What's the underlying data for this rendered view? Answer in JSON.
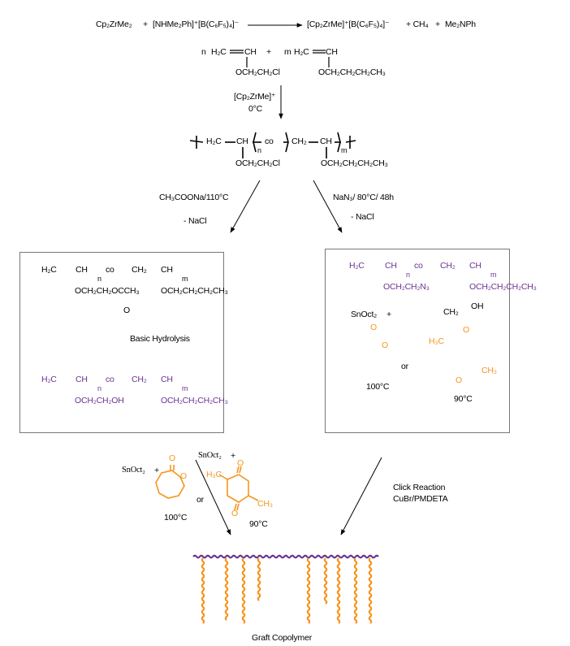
{
  "colors": {
    "black": "#000000",
    "purple": "#6a3391",
    "orange": "#f7941d"
  },
  "equation": {
    "reactant1": "Cp₂ZrMe₂",
    "plus1": "+",
    "reactant2": "[NHMe₂Ph]⁺[B(C₆F₅)₄]⁻",
    "product1": "[Cp₂ZrMe]⁺[B(C₆F₅)₄]⁻",
    "product2": "+ CH₄",
    "plus2": "+",
    "product3": "Me₂NPh"
  },
  "monomers": {
    "n": "n",
    "m": "m",
    "plus": "+",
    "h2c": "H₂C",
    "ch": "CH",
    "sub1": "OCH₂CH₂Cl",
    "sub2": "OCH₂CH₂CH₂CH₃"
  },
  "polymerization": {
    "catalyst": "[Cp₂ZrMe]⁺",
    "temp": "0°C"
  },
  "copolymer": {
    "h2c": "H₂C",
    "ch": "CH",
    "n": "n",
    "co": "co",
    "ch2": "CH₂",
    "ch2b": "CH",
    "m": "m",
    "sub1": "OCH₂CH₂Cl",
    "sub2": "OCH₂CH₂CH₂CH₃"
  },
  "left_branch": {
    "reagent": "CH₃COONa/110°C",
    "byproduct": "- NaCl"
  },
  "right_branch": {
    "reagent": "NaN₃/ 80°C/ 48h",
    "byproduct": "- NaCl"
  },
  "left_box": {
    "poly1": {
      "h2c": "H₂C",
      "ch": "CH",
      "n": "n",
      "co": "co",
      "ch2": "CH₂",
      "ch2b": "CH",
      "m": "m",
      "sub1": "OCH₂CH₂OCCH₃",
      "carbonyl": "O",
      "sub2": "OCH₂CH₂CH₂CH₃"
    },
    "step": "Basic Hydrolysis",
    "poly2": {
      "h2c": "H₂C",
      "ch": "CH",
      "n": "n",
      "co": "co",
      "ch2": "CH₂",
      "ch2b": "CH",
      "m": "m",
      "sub1": "OCH₂CH₂OH",
      "sub2": "OCH₂CH₂CH₂CH₃"
    }
  },
  "right_box": {
    "poly": {
      "h2c": "H₂C",
      "ch": "CH",
      "n": "n",
      "co": "co",
      "ch2": "CH₂",
      "ch2b": "CH",
      "m": "m",
      "sub1": "OCH₂CH₂N₃",
      "sub2": "OCH₂CH₂CH₂CH₃"
    },
    "catalyst": "SnOct₂",
    "plus": "+",
    "propargyl": {
      "ch2": "CH₂",
      "oh": "OH"
    },
    "or": "or",
    "caprolactone": {
      "o": "O",
      "temp": "100°C"
    },
    "lactide": {
      "me1": "H₃C",
      "o1": "O",
      "o2": "O",
      "me2": "CH₃",
      "temp": "90°C"
    }
  },
  "bottom_left": {
    "cat1": "SnOct₂",
    "plus1": "+",
    "cat2": "SnOct₂",
    "plus2": "+",
    "or": "or",
    "caprolactone": {
      "o": "O",
      "temp": "100°C"
    },
    "lactide": {
      "me1": "H₃C",
      "o1": "O",
      "o2": "O",
      "me2": "CH₃",
      "temp": "90°C"
    }
  },
  "click": {
    "line1": "Click Reaction",
    "line2": "CuBr/PMDETA"
  },
  "product": {
    "label": "Graft Copolymer"
  }
}
